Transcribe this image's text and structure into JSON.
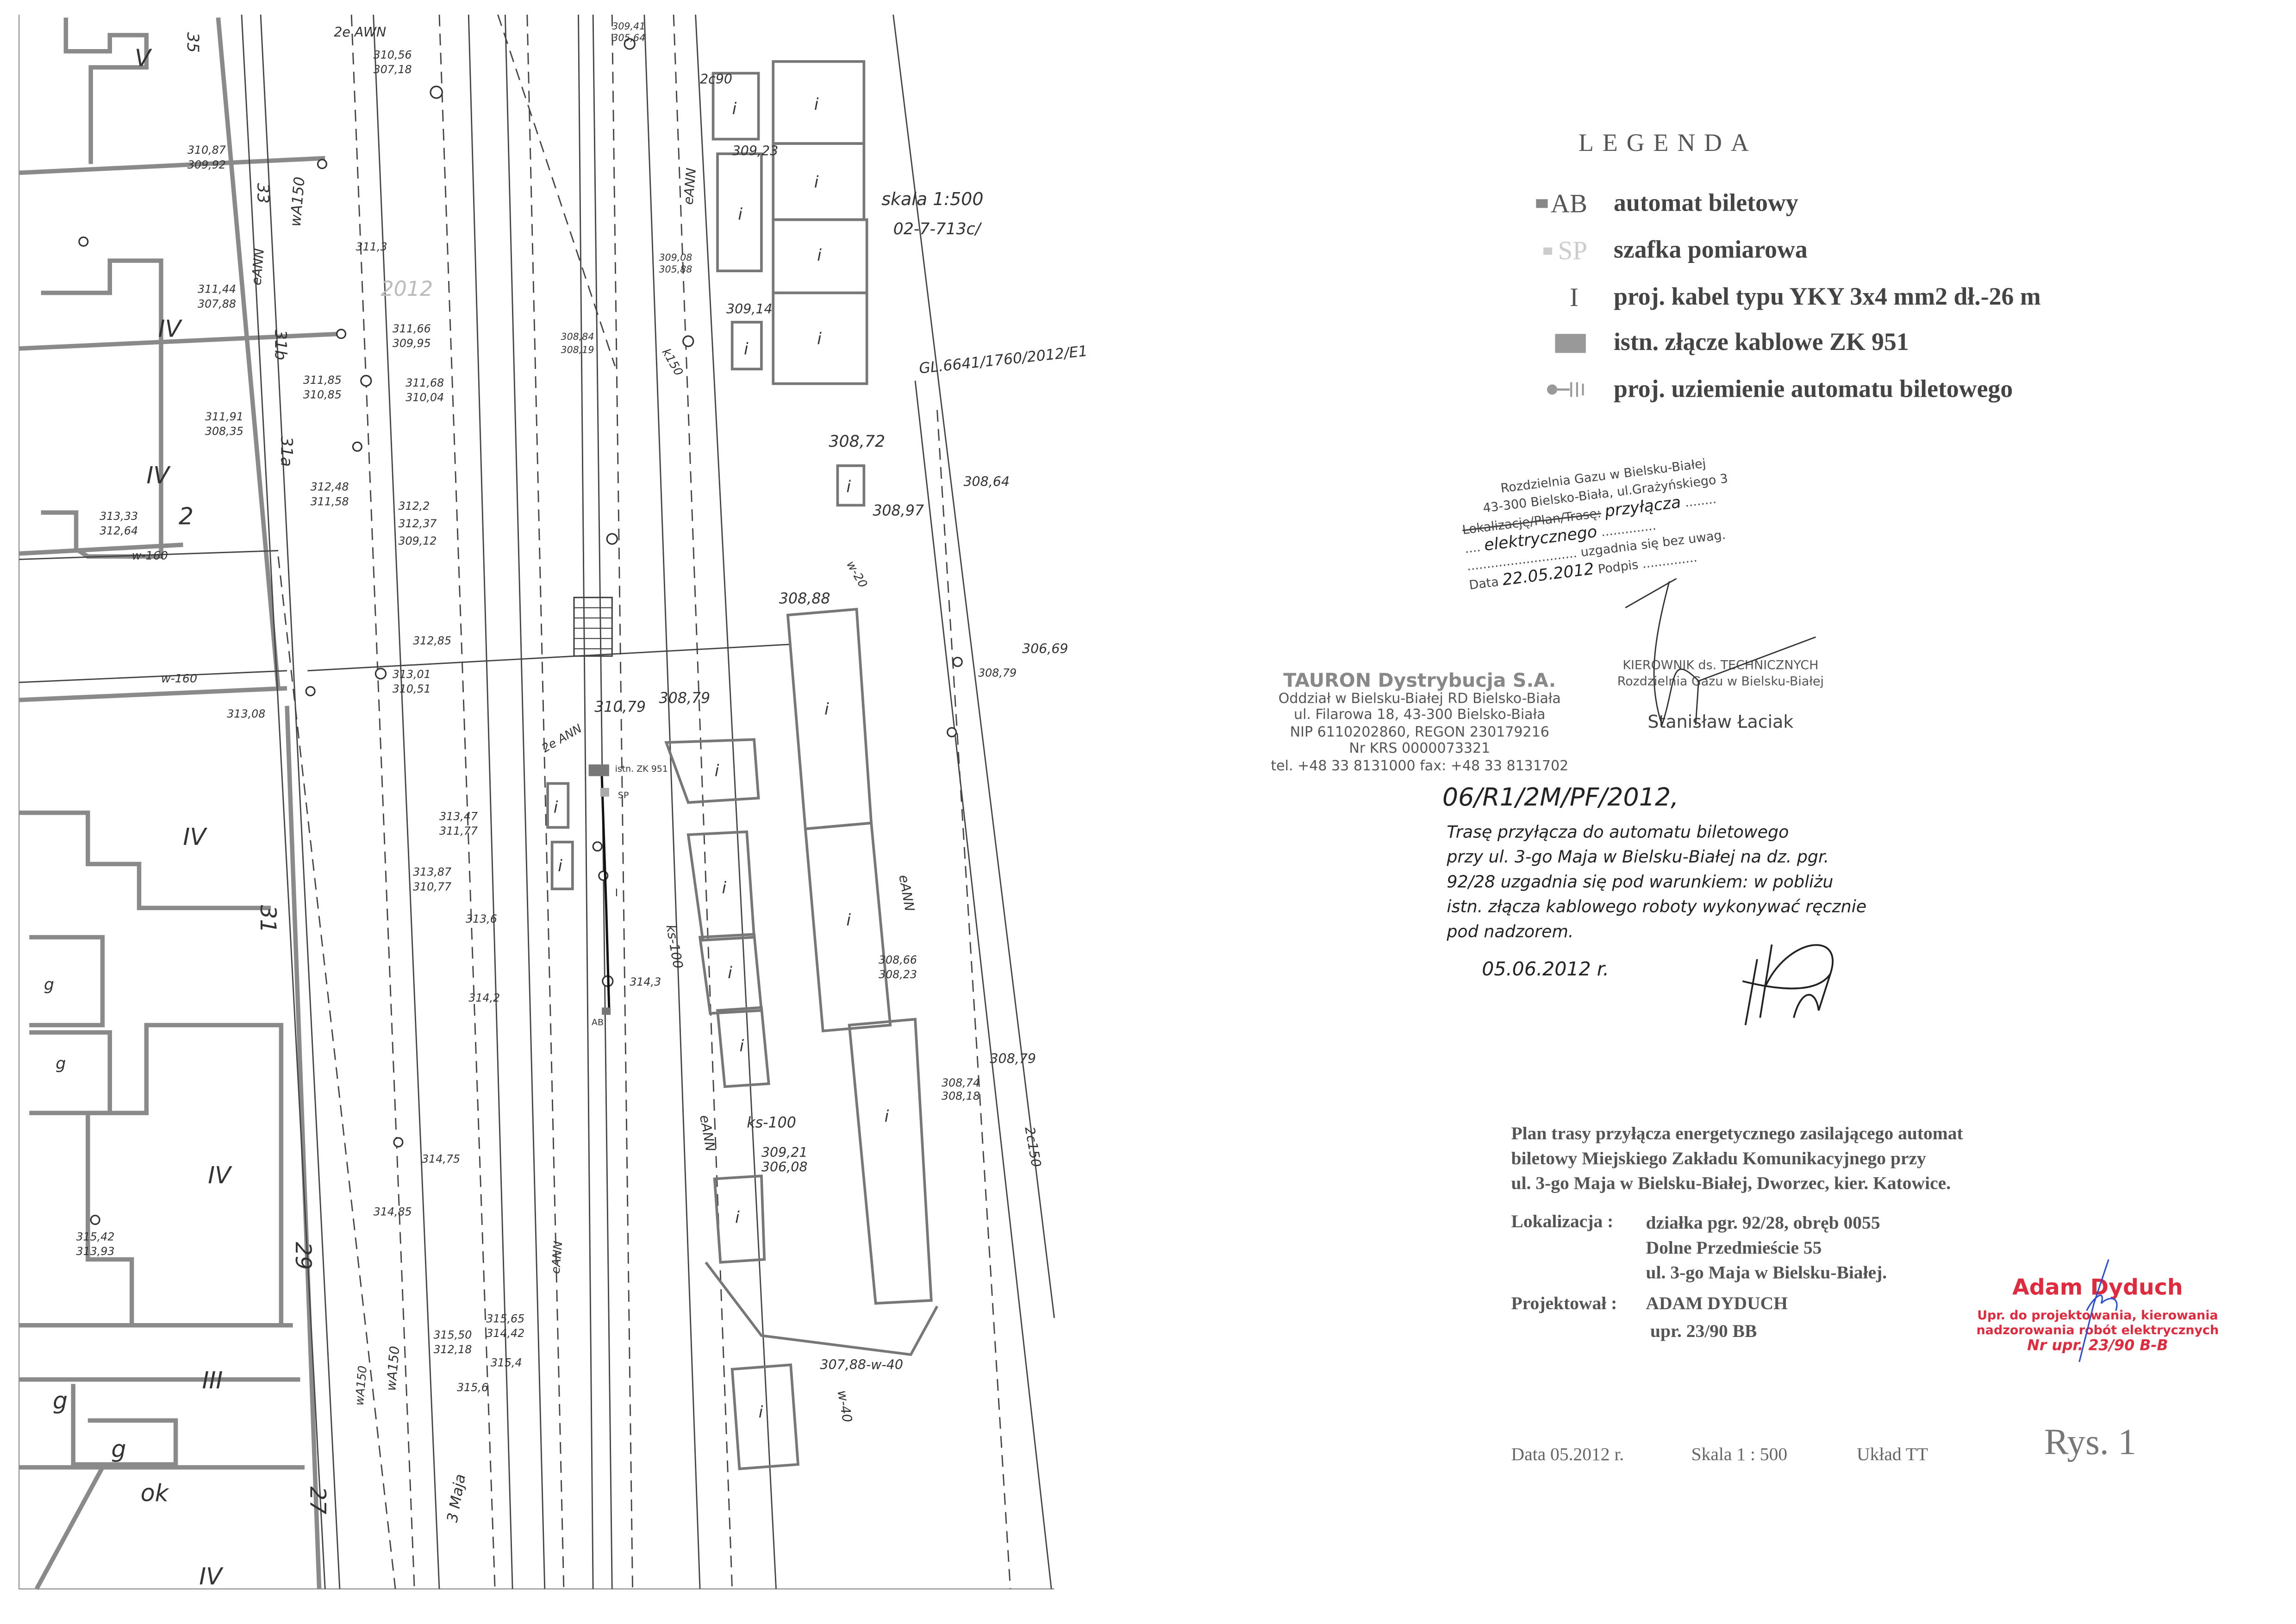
{
  "legend": {
    "title": "LEGENDA",
    "items": [
      {
        "symbol": "AB",
        "icon": "ticket-machine-square",
        "label": "automat biletowy"
      },
      {
        "symbol": "SP",
        "icon": "meter-cabinet-square",
        "label": "szafka pomiarowa"
      },
      {
        "symbol": "I",
        "icon": "cable-line",
        "label": "proj. kabel typu YKY 3x4 mm2  dł.-26 m"
      },
      {
        "symbol": "",
        "icon": "cable-joint-rect",
        "label": "istn. złącze kablowe ZK 951"
      },
      {
        "symbol": "",
        "icon": "grounding-symbol",
        "label": "proj. uziemienie automatu biletowego"
      }
    ]
  },
  "gas_stamp": {
    "line1": "Rozdzielnia Gazu w Bielsku-Białej",
    "line2": "43-300 Bielsko-Biała, ul.Grażyńskiego 3",
    "field1_label": "Lokalizację/Plan/Trasę:",
    "field1_value": "przyłącza",
    "field2_value": "elektrycznego",
    "agreed_text": "uzgadnia się bez uwag.",
    "date_label": "Data",
    "date_value": "22.05.2012",
    "sign_label": "Podpis"
  },
  "tauron_stamp": {
    "name": "TAURON Dystrybucja S.A.",
    "lines": [
      "Oddział w Bielsku-Białej RD Bielsko-Biała",
      "ul. Filarowa 18,  43-300 Bielsko-Biała",
      "NIP 6110202860,  REGON 230179216",
      "Nr KRS 0000073321",
      "tel. +48 33 8131000  fax: +48 33 8131702"
    ]
  },
  "manager_stamp": {
    "title": "KIEROWNIK ds. TECHNICZNYCH",
    "org": "Rozdzielnia Gazu w Bielsku-Białej",
    "name": "Stanisław Łaciak"
  },
  "handwritten_note": {
    "reference": "06/R1/2M/PF/2012,",
    "lines": [
      "Trasę przyłącza do automatu biletowego",
      "przy ul. 3-go Maja w Bielsku-Białej na dz. pgr.",
      "92/28 uzgadnia się pod warunkiem: w pobliżu",
      "istn. złącza kablowego roboty wykonywać ręcznie",
      "pod nadzorem."
    ],
    "date": "05.06.2012 r."
  },
  "title_block": {
    "description": [
      "Plan trasy przyłącza energetycznego zasilającego automat",
      "biletowy Miejskiego Zakładu Komunikacyjnego przy",
      "ul. 3-go Maja w Bielsku-Białej, Dworzec, kier. Katowice."
    ],
    "location_label": "Lokalizacja :",
    "location_lines": [
      "działka  pgr. 92/28,    obręb  0055",
      "Dolne Przedmieście 55",
      "ul. 3-go Maja w Bielsku-Białej."
    ],
    "designer_label": "Projektował :",
    "designer_name": "ADAM  DYDUCH",
    "designer_license": "upr.  23/90  BB",
    "date": "Data  05.2012 r.",
    "scale": "Skala  1 : 500",
    "system": "Układ   TT",
    "figure": "Rys.  1"
  },
  "designer_stamp": {
    "name": "Adam Dyduch",
    "line1": "Upr. do projektowania, kierowania",
    "line2": "nadzorowania robót elektrycznych",
    "line3": "Nr upr. 23/90 B-B",
    "color": "#e02a3e"
  },
  "map": {
    "building_mark": "i",
    "street_name": "3 Maja",
    "existing_joint_label": "istn. ZK 951",
    "meter_cabinet_label": "SP",
    "ticket_machine_label": "AB",
    "cable_label": "I",
    "region_labels": [
      "V",
      "IV",
      "IV",
      "2",
      "IV",
      "IV",
      "III",
      "g",
      "g",
      "ok",
      "IV",
      "g",
      "g"
    ],
    "street_numbers": [
      "35",
      "33",
      "31b",
      "31a",
      "31",
      "29",
      "27"
    ],
    "utility_labels": [
      "2e AWN",
      "wA150",
      "eANN",
      "eANN",
      "2c90",
      "ks-100",
      "ks-100",
      "eANN",
      "2c150",
      "w-160",
      "w-160",
      "wA150",
      "eANN",
      "307,88-w-40",
      "w-40",
      "w-20",
      "k150",
      "2e ANN",
      "eANN",
      "wA150"
    ],
    "elevations": [
      "310,56",
      "307,18",
      "310,87",
      "309,92",
      "311,44",
      "307,88",
      "311,91",
      "308,35",
      "311,3",
      "311,66",
      "309,95",
      "311,68",
      "310,04",
      "311,85",
      "310,85",
      "312,48",
      "311,58",
      "312,2",
      "312,37",
      "309,12",
      "313,33",
      "312,64",
      "312,85",
      "313,01",
      "310,51",
      "313,08",
      "313,47",
      "311,77",
      "313,87",
      "310,77",
      "313,6",
      "314,2",
      "314,3",
      "314,75",
      "314,85",
      "315,42",
      "313,93",
      "315,50",
      "312,18",
      "315,65",
      "314,42",
      "315,4",
      "315,6",
      "310,79",
      "308,79",
      "308,72",
      "308,64",
      "308,97",
      "308,88",
      "306,69",
      "308,79",
      "308,66",
      "308,23",
      "308,74",
      "308,18",
      "308,79",
      "309,21",
      "306,08",
      "309,23",
      "309,14",
      "309,41",
      "305,64",
      "309,08",
      "305,88",
      "308,84",
      "308,19"
    ],
    "handwritten": {
      "scale": "skala 1:500",
      "ref": "02-7-713c/",
      "code": "GL.6641/1760/2012/E1"
    },
    "faded_stamp_year": "2012"
  }
}
